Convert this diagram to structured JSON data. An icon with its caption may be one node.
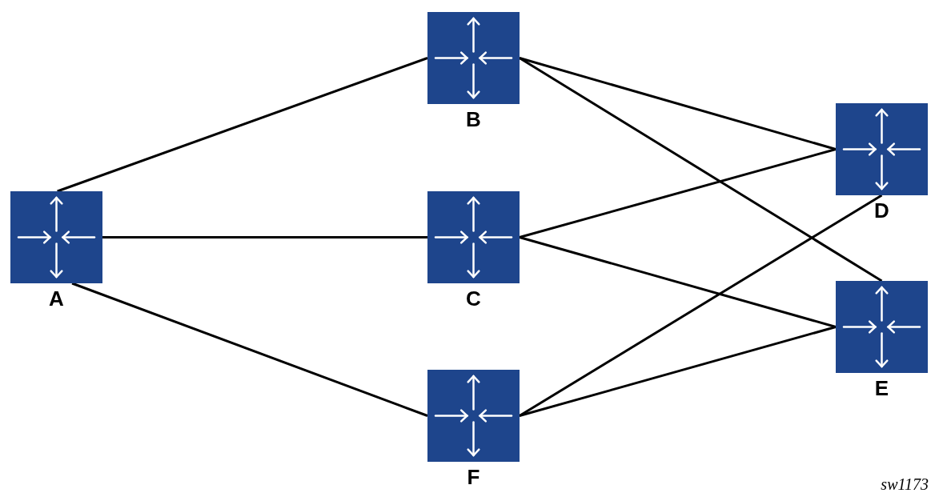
{
  "diagram": {
    "nodes": [
      {
        "text": [
          "A"
        ]
      },
      {
        "text": [
          "B"
        ]
      },
      {
        "text": [
          "C"
        ]
      },
      {
        "text": [
          "F"
        ]
      },
      {
        "text": [
          "D"
        ]
      },
      {
        "text": [
          "E"
        ]
      }
    ],
    "edges": [
      {
        "from": 0,
        "to": 1,
        "arrow": "none"
      },
      {
        "from": 0,
        "to": 2,
        "arrow": "none"
      },
      {
        "from": 0,
        "to": 3,
        "arrow": "none"
      },
      {
        "from": 1,
        "to": 4,
        "arrow": "none"
      },
      {
        "from": 1,
        "to": 5,
        "arrow": "none"
      },
      {
        "from": 2,
        "to": 4,
        "arrow": "none"
      },
      {
        "from": 2,
        "to": 5,
        "arrow": "none"
      },
      {
        "from": 3,
        "to": 4,
        "arrow": "none"
      },
      {
        "from": 3,
        "to": 5,
        "arrow": "none"
      }
    ],
    "labels": [
      "sw1173"
    ]
  }
}
